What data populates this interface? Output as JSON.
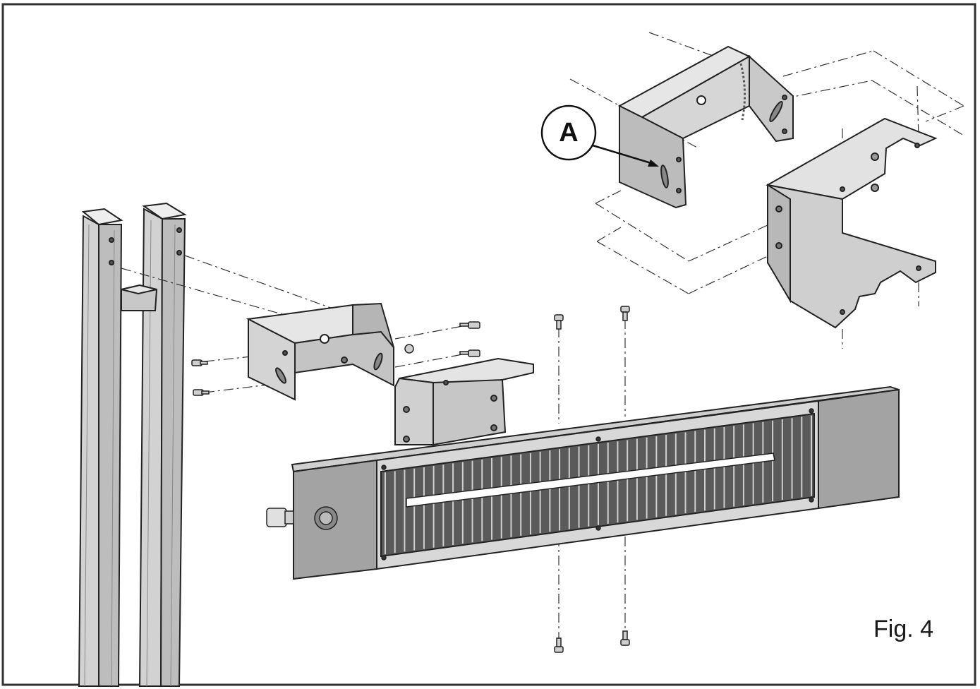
{
  "callout": {
    "label": "A"
  },
  "caption": "Fig. 4",
  "colors": {
    "border": "#333333",
    "metal_light": "#d0d0d0",
    "metal_mid": "#b3b3b3",
    "metal_dark": "#8c8c8c",
    "panel_gray": "#999999",
    "grille_dark": "#5a5a5a",
    "element_white": "#ffffff",
    "line": "#222222"
  },
  "icons": {
    "callout": "circled-letter",
    "screw": "screw-icon",
    "heater": "infrared-heater",
    "bracket": "u-bracket"
  }
}
